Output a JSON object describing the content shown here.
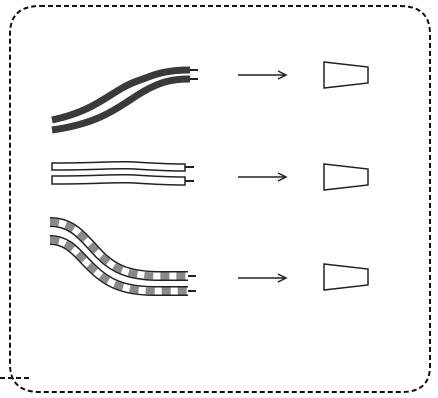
{
  "diagram": {
    "colors": {
      "background": "#ffffff",
      "border": "#111111",
      "dark_cable": "#3a3a3a",
      "outline": "#222222",
      "stripe_gray": "#8a8a8a",
      "connector_fill": "#ffffff"
    },
    "rows": [
      {
        "id": "row-1",
        "cable_style": "solid-dark"
      },
      {
        "id": "row-2",
        "cable_style": "hollow"
      },
      {
        "id": "row-3",
        "cable_style": "striped"
      }
    ]
  }
}
